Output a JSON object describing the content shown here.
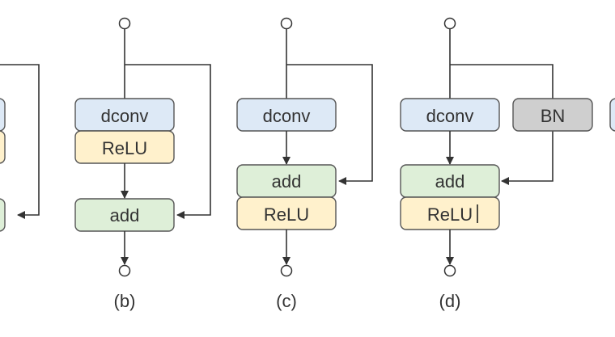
{
  "colors": {
    "dconv": "#dde9f6",
    "relu": "#fff1cc",
    "add": "#deefd8",
    "bn": "#cfcfcf",
    "stroke": "#333333",
    "line": "#333333",
    "text": "#333333"
  },
  "panels": {
    "a": {
      "add_label": ""
    },
    "b": {
      "dconv_label": "dconv",
      "relu_label": "ReLU",
      "add_label": "add",
      "caption": "(b)"
    },
    "c": {
      "dconv_label": "dconv",
      "add_label": "add",
      "relu_label": "ReLU",
      "caption": "(c)"
    },
    "d": {
      "dconv_label": "dconv",
      "bn_label": "BN",
      "add_label": "add",
      "relu_label": "ReLU",
      "caption": "(d)"
    }
  }
}
